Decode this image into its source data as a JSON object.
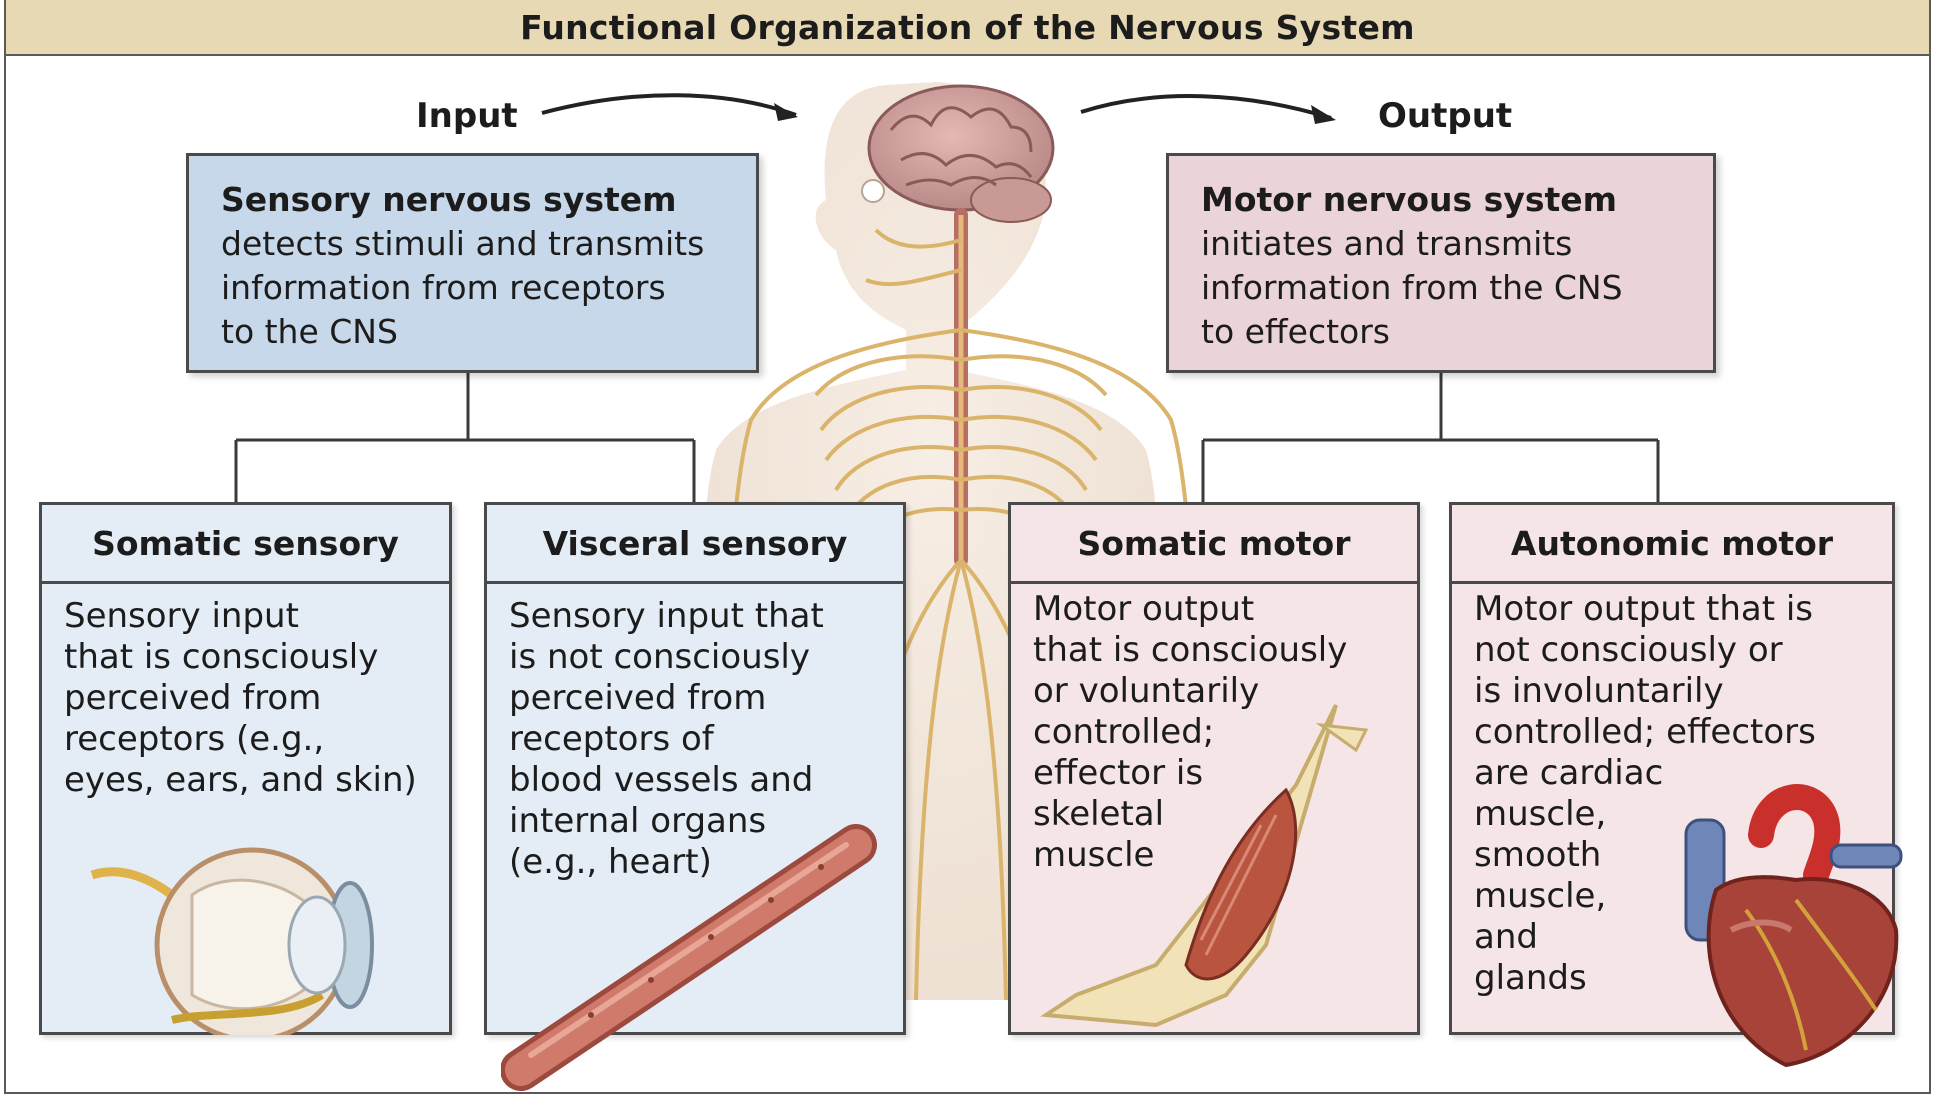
{
  "title": "Functional Organization of the Nervous System",
  "input_label": "Input",
  "output_label": "Output",
  "sensory": {
    "title": "Sensory nervous system",
    "lines": [
      "detects stimuli and transmits",
      "information from receptors",
      "to the CNS"
    ]
  },
  "motor": {
    "title": "Motor nervous system",
    "lines": [
      "initiates and transmits",
      "information from the CNS",
      "to effectors"
    ]
  },
  "somatic_sensory": {
    "title": "Somatic sensory",
    "lines": [
      "Sensory input",
      "that is consciously",
      "perceived from",
      "receptors (e.g.,",
      "eyes, ears, and skin)"
    ]
  },
  "visceral_sensory": {
    "title": "Visceral sensory",
    "lines": [
      "Sensory input that",
      "is not consciously",
      "perceived from",
      "receptors of",
      "blood vessels and",
      "internal organs",
      "(e.g., heart)"
    ]
  },
  "somatic_motor": {
    "title": "Somatic motor",
    "lines": [
      "Motor output",
      "that is consciously",
      "or voluntarily",
      "controlled;",
      "effector is",
      "skeletal",
      "muscle"
    ]
  },
  "autonomic_motor": {
    "title": "Autonomic motor",
    "lines": [
      "Motor output that is",
      "not consciously or",
      "is involuntarily",
      "controlled; effectors",
      "are cardiac",
      "muscle,",
      "smooth",
      "muscle,",
      "and",
      "glands"
    ]
  },
  "colors": {
    "banner": "#e7d9b4",
    "sensory_box": "#c7d8ea",
    "sensory_sub": "#e4edf6",
    "motor_box": "#ead4d7",
    "motor_sub": "#f5e5e7",
    "nerve": "#d9b46a",
    "skin": "#f3e3d6"
  },
  "icons": [
    "body-nervous-system-illustration",
    "brain-icon",
    "eye-illustration",
    "blood-vessel-illustration",
    "arm-muscle-illustration",
    "heart-illustration"
  ]
}
